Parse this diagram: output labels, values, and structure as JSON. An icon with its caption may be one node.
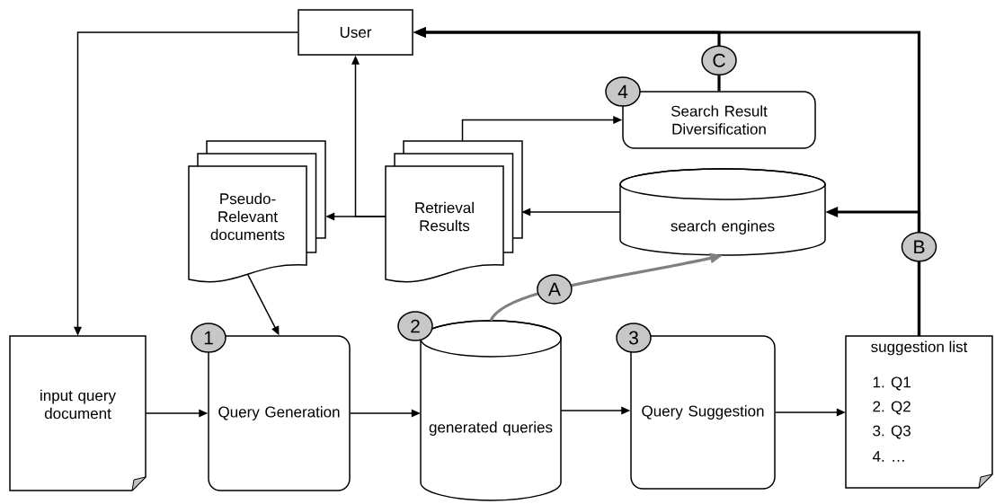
{
  "diagram": {
    "nodes": [
      {
        "text": [
          "User"
        ]
      },
      {
        "text": [
          "Search Result Diversification"
        ],
        "beside": [
          "4"
        ]
      },
      {
        "text": [
          "Pseudo-Relevant documents"
        ]
      },
      {
        "text": [
          "Retrieval Results"
        ]
      },
      {
        "text": [
          "search engines"
        ]
      },
      {
        "text": [
          "input query document"
        ]
      },
      {
        "text": [
          "Query Generation"
        ],
        "beside": [
          "1"
        ]
      },
      {
        "text": [
          "generated queries"
        ],
        "beside": [
          "2"
        ]
      },
      {
        "text": [
          "Query Suggestion"
        ],
        "beside": [
          "3"
        ]
      },
      {
        "text": [
          "suggestion list",
          "1. Q1",
          "2. Q2",
          "3. Q3",
          "4. …"
        ]
      }
    ],
    "edges": [
      {
        "from": 0,
        "to": 5,
        "arrow": "to"
      },
      {
        "from": 3,
        "to": 2,
        "arrow": "to"
      },
      {
        "from": 3,
        "to": 0,
        "arrow": "to"
      },
      {
        "from": 3,
        "to": 1,
        "arrow": "to"
      },
      {
        "from": 4,
        "to": 3,
        "arrow": "to"
      },
      {
        "from": 2,
        "to": 6,
        "arrow": "to"
      },
      {
        "from": 5,
        "to": 6,
        "arrow": "to"
      },
      {
        "from": 6,
        "to": 7,
        "arrow": "to"
      },
      {
        "from": 7,
        "to": 8,
        "arrow": "to"
      },
      {
        "from": 8,
        "to": 9,
        "arrow": "to"
      },
      {
        "from": 7,
        "to": 4,
        "arrow": "to",
        "label": "A",
        "style": "thick",
        "color": "#808080"
      },
      {
        "from": 9,
        "to": 4,
        "arrow": "to",
        "label": "B",
        "style": "thick"
      },
      {
        "from": 9,
        "to": 0,
        "arrow": "to",
        "style": "thick"
      },
      {
        "from": 1,
        "to": 0,
        "arrow": "to",
        "label": "C",
        "style": "thick"
      }
    ]
  }
}
